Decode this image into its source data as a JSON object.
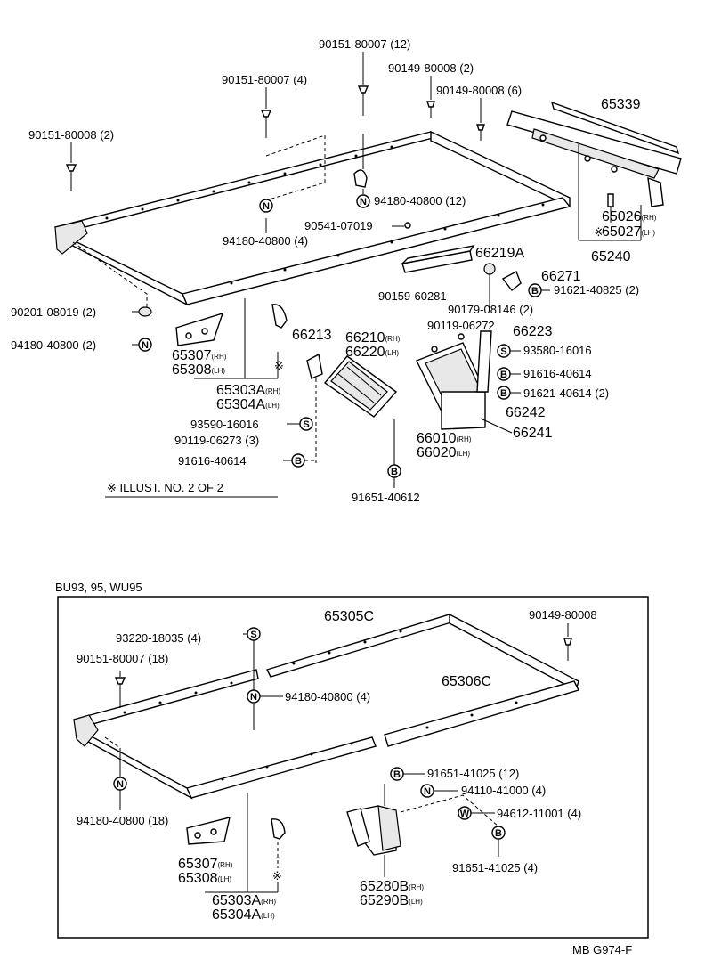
{
  "top": {
    "l_90151_12": "90151-80007 (12)",
    "l_90151_4": "90151-80007 (4)",
    "l_90149_2": "90149-80008 (2)",
    "l_90149_6": "90149-80008 (6)",
    "l_65339": "65339",
    "l_90151_08": "90151-80008 (2)",
    "l_94180_12": "94180-40800 (12)",
    "l_90541": "90541-07019",
    "l_94180_4": "94180-40800 (4)",
    "l_65026": "65026",
    "l_65027": "65027",
    "l_65240": "65240",
    "l_66219A": "66219A",
    "l_66271": "66271",
    "l_91621_2": "91621-40825 (2)",
    "l_90201": "90201-08019 (2)",
    "l_94180_2": "94180-40800 (2)",
    "l_90159": "90159-60281",
    "l_90179": "90179-08146 (2)",
    "l_90119_06272": "90119-06272",
    "l_66223": "66223",
    "l_93580": "93580-16016",
    "l_65307": "65307",
    "l_65308": "65308",
    "l_66213": "66213",
    "l_66210": "66210",
    "l_66220": "66220",
    "l_91616_a": "91616-40614",
    "l_91621_40614": "91621-40614 (2)",
    "l_65303A": "65303A",
    "l_65304A": "65304A",
    "l_66242": "66242",
    "l_93590": "93590-16016",
    "l_90119_3": "90119-06273 (3)",
    "l_66010": "66010",
    "l_66020": "66020",
    "l_66241": "66241",
    "l_91616_b": "91616-40614",
    "l_illust": "ILLUST. NO. 2 OF 2",
    "l_91651_40612": "91651-40612"
  },
  "bottom": {
    "l_models": "BU93, 95, WU95",
    "l_65305C": "65305C",
    "l_90149": "90149-80008",
    "l_93220": "93220-18035 (4)",
    "l_90151_18": "90151-80007 (18)",
    "l_94180_4": "94180-40800 (4)",
    "l_65306C": "65306C",
    "l_91651_12": "91651-41025 (12)",
    "l_94180_18": "94180-40800 (18)",
    "l_94110": "94110-41000 (4)",
    "l_94612": "94612-11001 (4)",
    "l_91651_4": "91651-41025 (4)",
    "l_65307": "65307",
    "l_65308": "65308",
    "l_65280B": "65280B",
    "l_65290B": "65290B",
    "l_65303A": "65303A",
    "l_65304A": "65304A",
    "l_code": "MB G974-F"
  },
  "markers": {
    "N": "N",
    "B": "B",
    "S": "S",
    "W": "W",
    "RH": "(RH)",
    "LH": "(LH)"
  }
}
